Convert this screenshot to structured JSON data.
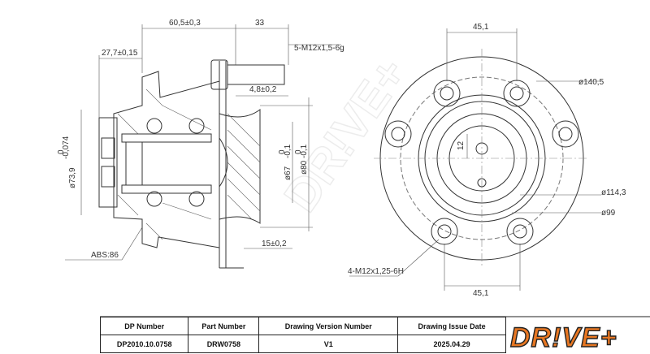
{
  "dimensions": {
    "d_60_5": "60,5±0,3",
    "d_33": "33",
    "d_27_7": "27,7±0,15",
    "d_thread_stud": "5-M12x1,5-6g",
    "d_4_8": "4,8±0,2",
    "d_73_9": "ø73,9",
    "d_73_9_tol": "-0,074",
    "d_73_9_tol0": "0",
    "d_67": "ø67",
    "d_67_tol": "-0,1",
    "d_67_tol0": "0",
    "d_80": "ø80",
    "d_80_tol": "-0,1",
    "d_80_tol0": "0",
    "d_15": "15±0,2",
    "d_abs": "ABS:86",
    "d_45_1_top": "45,1",
    "d_45_1_bot": "45,1",
    "d_140_5": "ø140,5",
    "d_114_3": "ø114,3",
    "d_99": "ø99",
    "d_12": "12",
    "d_thread_holes": "4-M12x1,25-6H"
  },
  "title_block": {
    "headers": [
      "DP Number",
      "Part Number",
      "Drawing Version Number",
      "Drawing Issue Date"
    ],
    "values": [
      "DP2010.10.0758",
      "DRW0758",
      "V1",
      "2025.04.29"
    ]
  },
  "logo": {
    "text": "DR!VE+",
    "color": "#e87722"
  },
  "watermark": "DR!VE+"
}
